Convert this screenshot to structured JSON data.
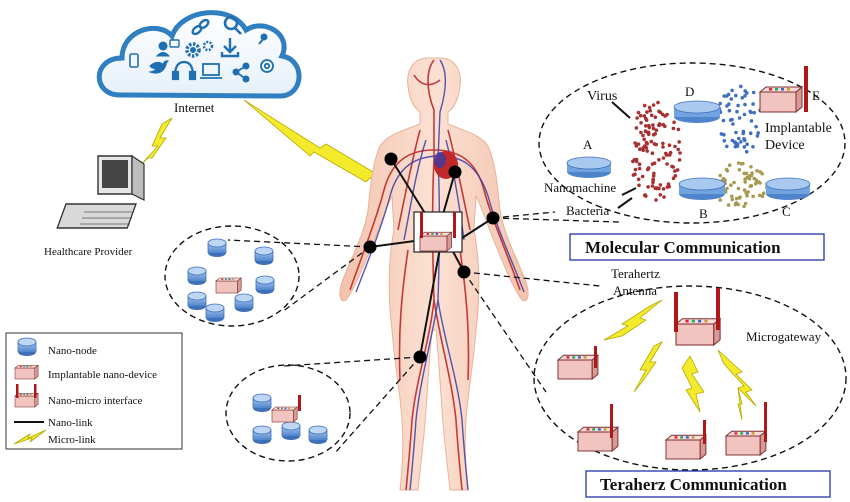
{
  "labels": {
    "internet": "Internet",
    "healthcare_provider": "Healthcare Provider",
    "virus": "Virus",
    "nanomachine": "Nanomachine",
    "bacteria": "Bacteria",
    "implantable_device_line1": "Implantable",
    "implantable_device_line2": "Device",
    "terahertz_antenna_line1": "Terahertz",
    "terahertz_antenna_line2": "Antenna",
    "microgateway": "Microgateway",
    "letter_a": "A",
    "letter_b": "B",
    "letter_c": "C",
    "letter_d": "D",
    "letter_e": "E"
  },
  "sections": {
    "molecular": "Molecular Communication",
    "terahertz": "Teraherz Communication"
  },
  "legend": {
    "nano_node": "Nano-node",
    "implantable_nano_device": "Implantable nano-device",
    "nano_micro_interface": "Nano-micro interface",
    "nano_link": "Nano-link",
    "micro_link": "Micro-link"
  },
  "colors": {
    "cloud_fill": "#ffffff",
    "cloud_stroke": "#2f7fc1",
    "cloud_icons": "#1f6fb2",
    "lightning": "#f2ea2a",
    "lightning_stroke": "#b8a800",
    "node_blue": "#6fa4e0",
    "node_blue_dark": "#2f5fa8",
    "device_pink": "#f2c4c0",
    "device_stroke": "#8a3a3a",
    "antenna_red": "#b01818",
    "body_skin": "#f7d2c0",
    "artery": "#c0282a",
    "vein": "#3a3aa8",
    "section_box": "#2233aa",
    "molecule_red": "#a83030",
    "molecule_blue": "#3f6fbf",
    "molecule_olive": "#a89a50"
  },
  "icons": [
    "cloud-icon",
    "computer-icon",
    "link-icon",
    "search-icon",
    "gear-icon",
    "download-icon",
    "bird-icon",
    "headset-icon",
    "laptop-icon",
    "share-icon",
    "pin-icon"
  ]
}
